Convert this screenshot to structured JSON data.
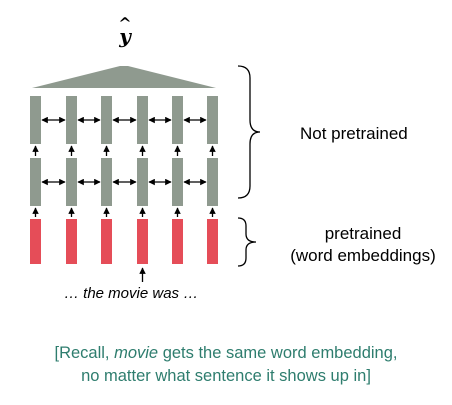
{
  "output_symbol": "y",
  "output_hat": "^",
  "labels": {
    "not_pretrained": "Not pretrained",
    "pretrained_line1": "pretrained",
    "pretrained_line2": "(word embeddings)"
  },
  "input_text": "… the movie was …",
  "caption": {
    "part1": "[Recall, ",
    "emphasis": "movie",
    "part2": " gets the same word embedding,",
    "line2": "no matter what sentence it shows up in]"
  },
  "colors": {
    "rnn_block": "#8f9a8f",
    "embedding": "#e54d58",
    "caption": "#2e7d6e",
    "arrow": "#000000"
  }
}
